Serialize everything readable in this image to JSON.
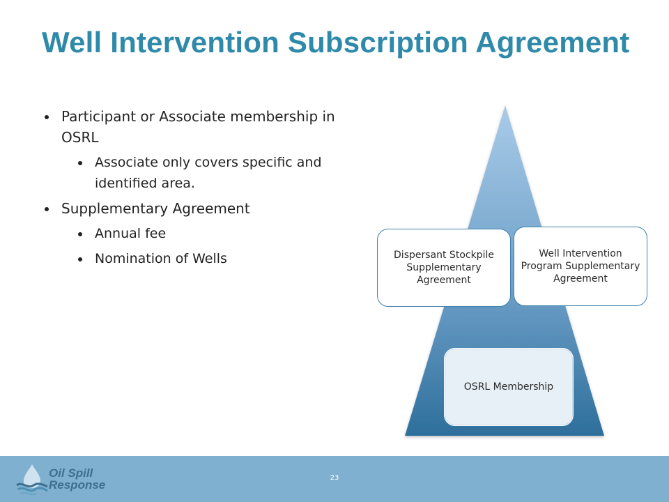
{
  "title": "Well Intervention Subscription Agreement",
  "bullets": [
    {
      "text": "Participant or Associate membership in OSRL"
    },
    {
      "text": "Associate only covers specific and identified area."
    },
    {
      "text": "Supplementary Agreement"
    },
    {
      "text": "Annual fee"
    },
    {
      "text": "Nomination of Wells"
    }
  ],
  "diagram": {
    "left_box": "Dispersant Stockpile Supplementary Agreement",
    "right_box": "Well Intervention Program Supplementary Agreement",
    "center_box": "OSRL Membership",
    "colors": {
      "gradient_top": "#a9cbe8",
      "gradient_bottom": "#2e6f9c",
      "box_border": "#3e7fa8"
    }
  },
  "footer": {
    "page_number": "23",
    "logo_line1": "Oil Spill",
    "logo_line2": "Response",
    "bar_color": "#7fb0cf"
  }
}
